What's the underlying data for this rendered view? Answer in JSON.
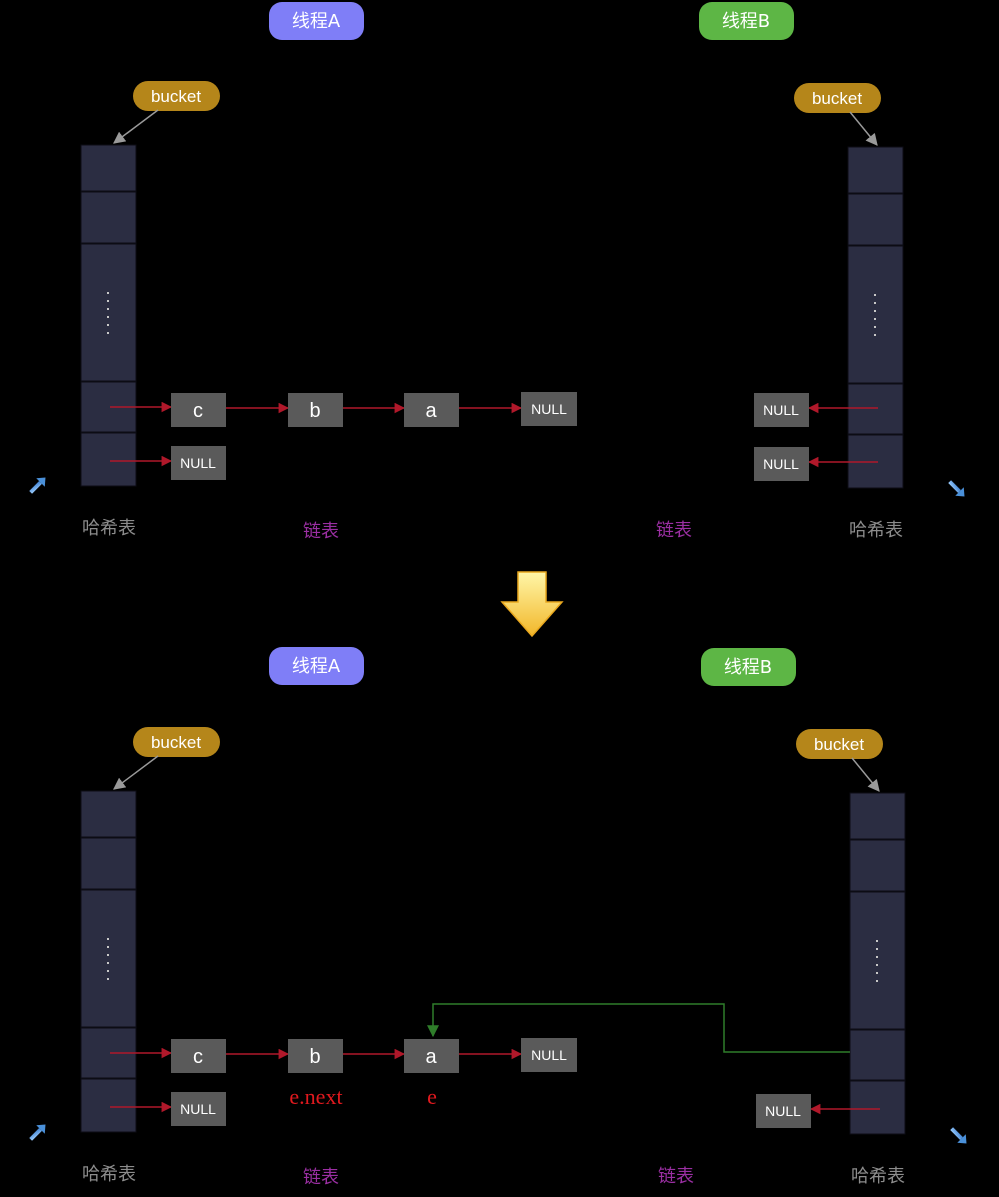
{
  "colors": {
    "background": "#000000",
    "thread_a_pill": "#7f7ef7",
    "thread_b_pill": "#5db645",
    "bucket_pill": "#b5861a",
    "table_cell": "#2b2d42",
    "node_fill": "#5a5a5a",
    "pointer_arrow": "#b0182a",
    "new_link": "#2f7d2a",
    "hash_caption": "#8c8c8c",
    "list_caption": "#9b2fa3",
    "ptr_label": "#e0191e",
    "down_arrow": "#f4c93a",
    "corner_arrow": "#4a90d9"
  },
  "labels": {
    "thread_a": "线程A",
    "thread_b": "线程B",
    "bucket": "bucket",
    "hash_table": "哈希表",
    "linked_list": "链表",
    "null": "NULL",
    "ellipsis": "⋮"
  },
  "nodes": {
    "c": "c",
    "b": "b",
    "a": "a"
  },
  "pointer_labels": {
    "e_next": "e.next",
    "e": "e"
  },
  "icons": {
    "transition": "down-arrow-icon",
    "corner": "resize-arrow-icon"
  }
}
